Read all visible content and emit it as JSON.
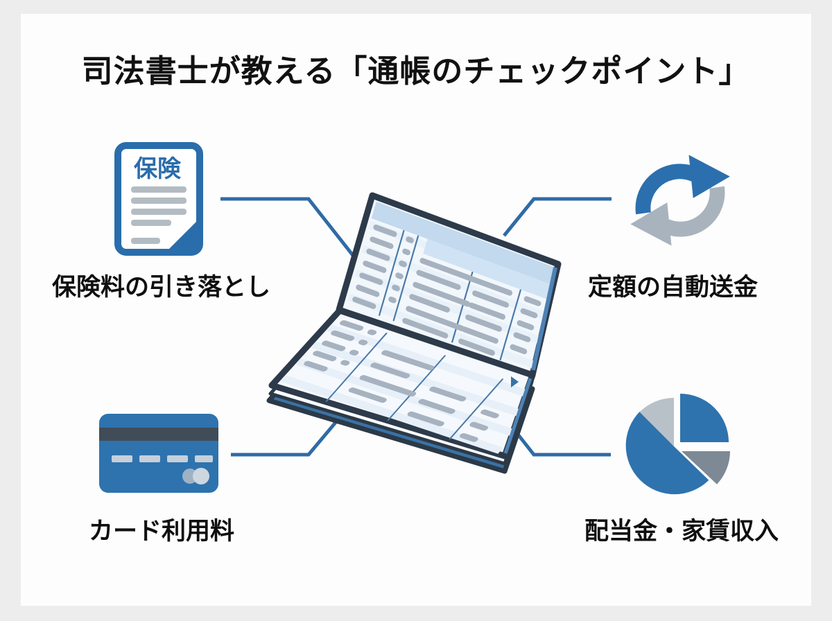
{
  "title": "司法書士が教える「通帳のチェックポイント」",
  "callouts": {
    "insurance": {
      "label": "保険料の引き落とし",
      "document_title": "保険"
    },
    "auto_transfer": {
      "label": "定額の自動送金"
    },
    "card": {
      "label": "カード利用料"
    },
    "income": {
      "label": "配当金・家賃収入"
    }
  },
  "icons": {
    "insurance": "insurance-document-icon",
    "auto_transfer": "recurring-transfer-arrows-icon",
    "card": "credit-card-icon",
    "income": "pie-chart-icon",
    "center": "open-bankbook-illustration"
  },
  "colors": {
    "accent_blue": "#2e6fae",
    "connector_blue": "#2f6ba5",
    "outline_dark": "#2d3a4a",
    "arrow_gray": "#a9b3bd",
    "pie_light_gray": "#b8c1c8",
    "pie_mid_gray": "#7d8995",
    "card_stripe": "#414c59",
    "text_black": "#111111",
    "canvas_white": "#fdfdfd",
    "frame_gray": "#ededee"
  }
}
